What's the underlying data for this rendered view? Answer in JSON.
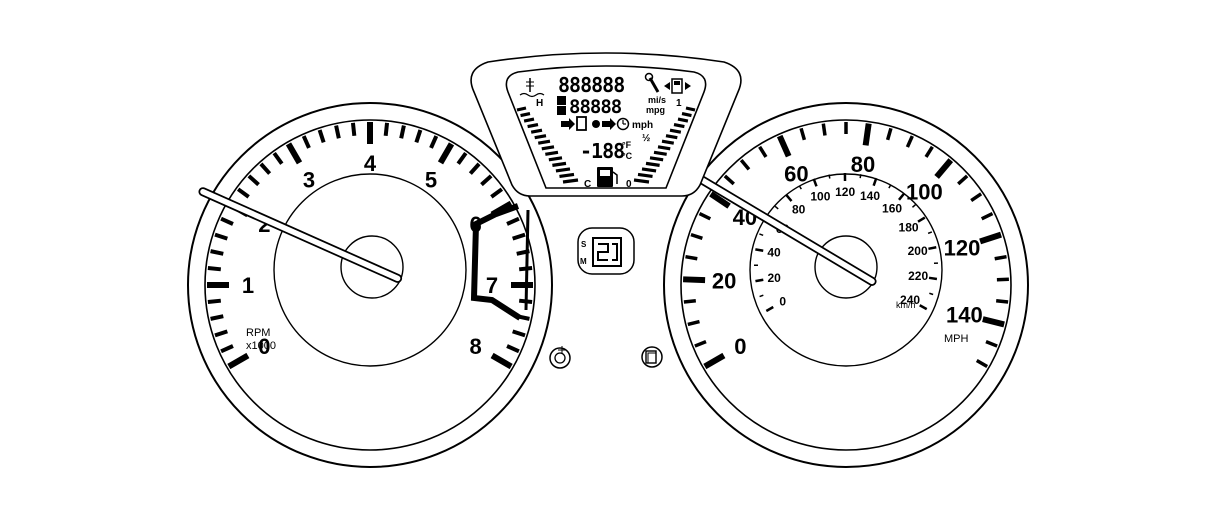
{
  "tachometer": {
    "labels": [
      "0",
      "1",
      "2",
      "3",
      "4",
      "5",
      "6",
      "7",
      "8"
    ],
    "unit_line1": "RPM",
    "unit_line2": "x1000",
    "needle_value": 1.8
  },
  "speedometer": {
    "mph_labels": [
      "0",
      "20",
      "40",
      "60",
      "80",
      "100",
      "120",
      "140"
    ],
    "mph_unit": "MPH",
    "kmh_labels": [
      "0",
      "20",
      "40",
      "60",
      "80",
      "100",
      "120",
      "140",
      "160",
      "180",
      "200",
      "220",
      "240"
    ],
    "kmh_unit": "km/h",
    "needle_value": 38
  },
  "display": {
    "odometer_digits": "888888",
    "trip_digits": "88888",
    "trip_unit_top": "mi/s",
    "trip_unit_bottom": "mpg",
    "temp_digits": "-188",
    "temp_unit_f": "°F",
    "temp_unit_c": "°C",
    "speed_unit": "mph",
    "temp_hot": "H",
    "temp_cold": "C",
    "fuel_full": "1",
    "fuel_half": "½",
    "fuel_empty": "0",
    "gear_s": "S",
    "gear_m": "M"
  },
  "colors": {
    "line": "#000000",
    "background": "#ffffff"
  }
}
